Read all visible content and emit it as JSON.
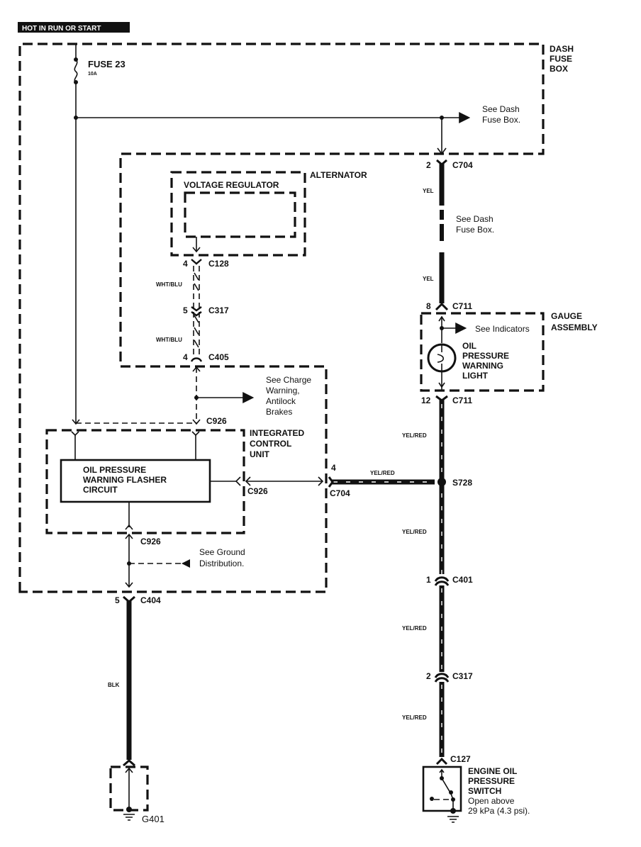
{
  "header": {
    "power_label": "HOT IN RUN OR START"
  },
  "components": {
    "fuse": {
      "name": "FUSE 23",
      "rating": "10A"
    },
    "dash_fuse_box": {
      "line1": "DASH",
      "line2": "FUSE",
      "line3": "BOX"
    },
    "see_dash_fuse_box_1": {
      "line1": "See Dash",
      "line2": "Fuse Box."
    },
    "see_dash_fuse_box_2": {
      "line1": "See Dash",
      "line2": "Fuse Box."
    },
    "alternator": {
      "name": "ALTERNATOR"
    },
    "voltage_regulator": {
      "name": "VOLTAGE REGULATOR"
    },
    "gauge_assembly": {
      "line1": "GAUGE",
      "line2": "ASSEMBLY"
    },
    "see_indicators": {
      "text": "See Indicators"
    },
    "oil_pressure_light": {
      "line1": "OIL",
      "line2": "PRESSURE",
      "line3": "WARNING",
      "line4": "LIGHT"
    },
    "see_charge_warning": {
      "line1": "See Charge",
      "line2": "Warning,",
      "line3": "Antilock",
      "line4": "Brakes"
    },
    "integrated_control_unit": {
      "line1": "INTEGRATED",
      "line2": "CONTROL",
      "line3": "UNIT"
    },
    "flasher_circuit": {
      "line1": "OIL PRESSURE",
      "line2": "WARNING FLASHER",
      "line3": "CIRCUIT"
    },
    "see_ground_distribution": {
      "line1": "See Ground",
      "line2": "Distribution."
    },
    "engine_oil_switch": {
      "line1": "ENGINE OIL",
      "line2": "PRESSURE",
      "line3": "SWITCH",
      "line4": "Open above",
      "line5": "29 kPa (4.3 psi)."
    },
    "ground": {
      "name": "G401"
    },
    "splice": {
      "name": "S728"
    }
  },
  "connectors": {
    "c704_top": {
      "pin": "2",
      "name": "C704"
    },
    "c128": {
      "pin": "4",
      "name": "C128"
    },
    "c317_left": {
      "pin": "5",
      "name": "C317"
    },
    "c405": {
      "pin": "4",
      "name": "C405"
    },
    "c711_top": {
      "pin": "8",
      "name": "C711"
    },
    "c711_bottom": {
      "pin": "12",
      "name": "C711"
    },
    "c926_top": {
      "name": "C926"
    },
    "c926_right": {
      "name": "C926"
    },
    "c926_bottom": {
      "name": "C926"
    },
    "c704_mid": {
      "pin": "4",
      "name": "C704"
    },
    "c404": {
      "pin": "5",
      "name": "C404"
    },
    "c401": {
      "pin": "1",
      "name": "C401"
    },
    "c317_right": {
      "pin": "2",
      "name": "C317"
    },
    "c127": {
      "name": "C127"
    }
  },
  "wires": {
    "yel_1": "YEL",
    "yel_2": "YEL",
    "wht_blu_1": "WHT/BLU",
    "wht_blu_2": "WHT/BLU",
    "yel_red_1": "YEL/RED",
    "yel_red_2": "YEL/RED",
    "yel_red_3": "YEL/RED",
    "yel_red_4": "YEL/RED",
    "yel_red_5": "YEL/RED",
    "blk": "BLK"
  }
}
